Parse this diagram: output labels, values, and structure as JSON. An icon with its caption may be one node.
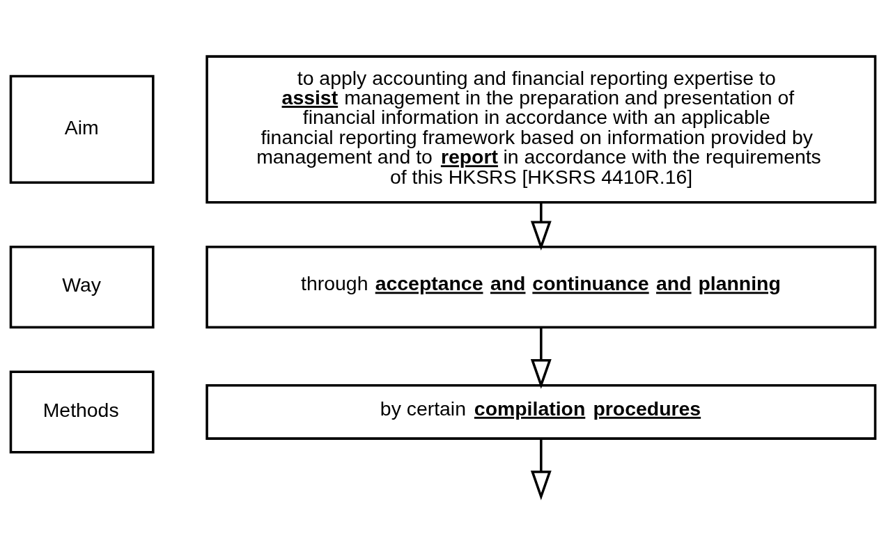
{
  "diagram": {
    "nodes": [
      {
        "text": [
          "Aim"
        ]
      },
      {
        "text": [
          "to apply accounting and financial reporting expertise to **assist** management in the preparation and presentation of financial information in accordance with an applicable financial reporting framework based on information provided by management and to **report** in accordance with the requirements of this HKSRS [HKSRS 4410R.16]"
        ]
      },
      {
        "text": [
          "Way"
        ]
      },
      {
        "text": [
          "through **acceptance and continuance and planning**"
        ]
      },
      {
        "text": [
          "Methods"
        ]
      },
      {
        "text": [
          "by certain **compilation procedures**"
        ]
      }
    ],
    "edges": [
      {
        "from": 1,
        "to": 3,
        "arrow": "to"
      },
      {
        "from": 3,
        "to": 5,
        "arrow": "to"
      },
      {
        "from": 5,
        "to": null,
        "arrow": "to"
      }
    ]
  }
}
